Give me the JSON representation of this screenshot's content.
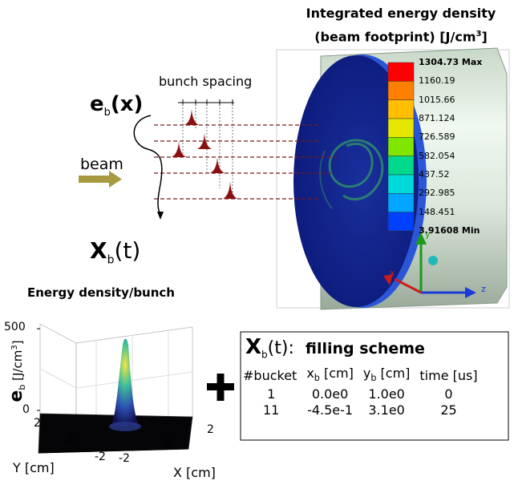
{
  "main_title_line1": "Integrated energy density",
  "main_title_line2_prefix": "(beam footprint) [J/cm",
  "main_title_sup": "3",
  "main_title_suffix": "]",
  "bunch_spacing_label": "bunch spacing",
  "eb_symbol": "e",
  "eb_sub": "b",
  "eb_arg": "(x)",
  "beam_label": "beam",
  "xb_symbol": "X",
  "xb_sub": "b",
  "xb_arg": "(t)",
  "colorbar": {
    "values": [
      "1304.73 Max",
      "1160.19",
      "1015.66",
      "871.124",
      "726.589",
      "582.054",
      "437.52",
      "292.985",
      "148.451",
      "3.91608 Min"
    ],
    "colors": [
      "#ff0000",
      "#ff8000",
      "#ffbf00",
      "#e6e600",
      "#80e600",
      "#00d98c",
      "#00d9d9",
      "#00a6ff",
      "#0040ff"
    ]
  },
  "inset_plot": {
    "title": "Energy density/bunch",
    "z_max_tick": "500",
    "z_zero_tick": "0",
    "z_label_symbol": "e",
    "z_label_sub": "b",
    "z_label_units": "[J/cm",
    "z_label_sup": "3",
    "z_label_end": "]",
    "y_ticks": [
      "2",
      "0",
      "-2"
    ],
    "x_ticks": [
      "-2",
      "0",
      "2"
    ],
    "y_label": "Y [cm]",
    "x_label": "X [cm]"
  },
  "plus_sign": "+",
  "filling_scheme": {
    "title_symbol": "X",
    "title_sub": "b",
    "title_arg": "(t):",
    "title_text": "filling scheme",
    "headers": [
      "#bucket",
      "x",
      "[cm]",
      "y",
      "[cm]",
      "time [us]"
    ],
    "header_sub": "b",
    "rows": [
      [
        "1",
        "0.0e0",
        "1.0e0",
        "0"
      ],
      [
        "11",
        "-4.5e-1",
        "3.1e0",
        "25"
      ]
    ]
  },
  "axis_triad": {
    "x": "x",
    "y": "y",
    "z": "z"
  }
}
